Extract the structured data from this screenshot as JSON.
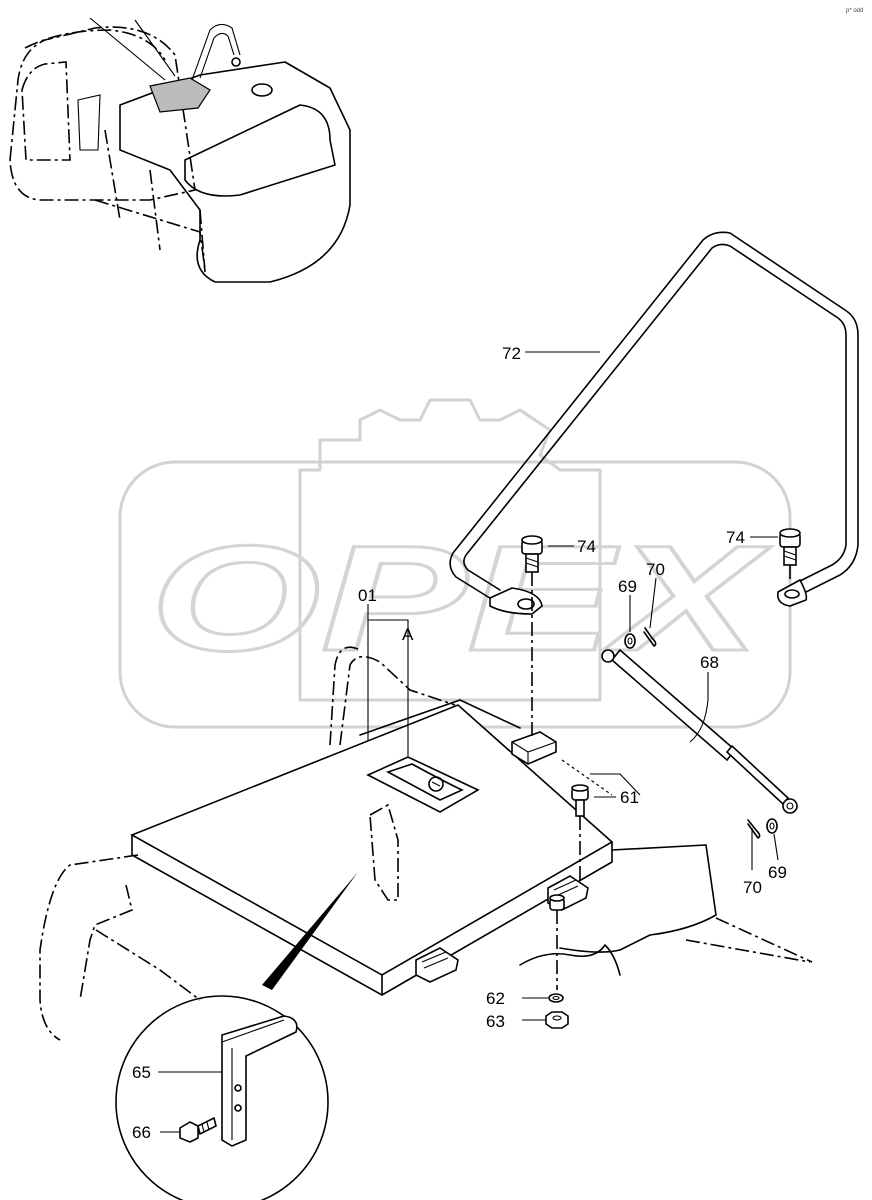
{
  "corner_code": "p* odd",
  "watermark": {
    "text": "OPEX",
    "color": "#d4d4d4"
  },
  "labels": {
    "p72": "72",
    "p74_left": "74",
    "p74_right": "74",
    "p69_upper": "69",
    "p70_upper": "70",
    "p68": "68",
    "p01": "01",
    "pA": "A",
    "p61": "61",
    "p70_lower": "70",
    "p69_lower": "69",
    "p62": "62",
    "p63": "63",
    "p65": "65",
    "p66": "66"
  }
}
